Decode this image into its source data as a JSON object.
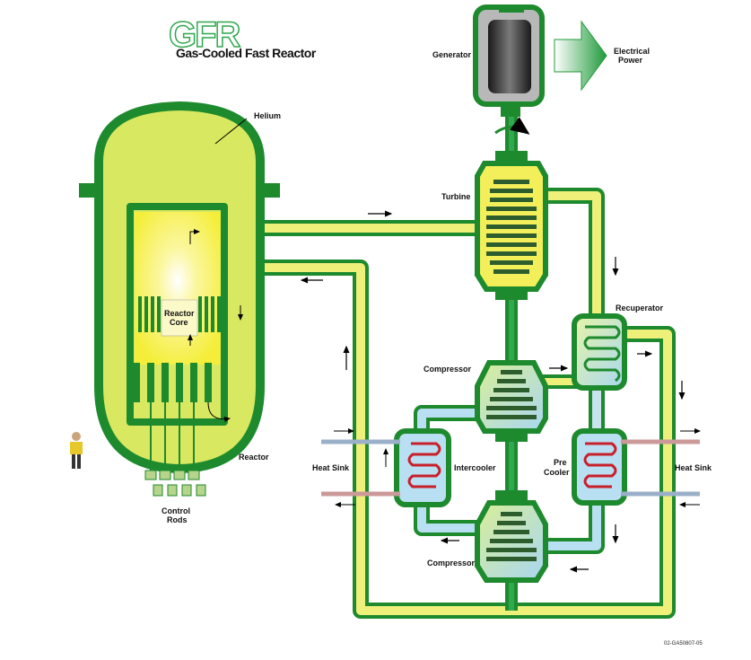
{
  "title": {
    "acronym": "GFR",
    "subtitle": "Gas-Cooled Fast Reactor"
  },
  "labels": {
    "generator": "Generator",
    "electrical_power_1": "Electrical",
    "electrical_power_2": "Power",
    "helium": "Helium",
    "turbine": "Turbine",
    "recuperator": "Recuperator",
    "reactor_core_1": "Reactor",
    "reactor_core_2": "Core",
    "compressor_top": "Compressor",
    "compressor_bottom": "Compressor",
    "intercooler": "Intercooler",
    "precooler_1": "Pre",
    "precooler_2": "Cooler",
    "heat_sink_left": "Heat Sink",
    "heat_sink_right": "Heat Sink",
    "reactor": "Reactor",
    "control_rods_1": "Control",
    "control_rods_2": "Rods",
    "figure_id": "02-GA50807-05"
  },
  "colors": {
    "pipe_green": "#1e8a2e",
    "pipe_yellow": "#eef07a",
    "vessel_fill": "#d8e860",
    "core_yellow": "#f7f24a",
    "turbine_fill": "#f3ef5a",
    "hx_blue": "#b9dff2",
    "coil_red": "#c8202a",
    "coil_blue": "#2f65b5",
    "generator_grey": "#333333"
  }
}
